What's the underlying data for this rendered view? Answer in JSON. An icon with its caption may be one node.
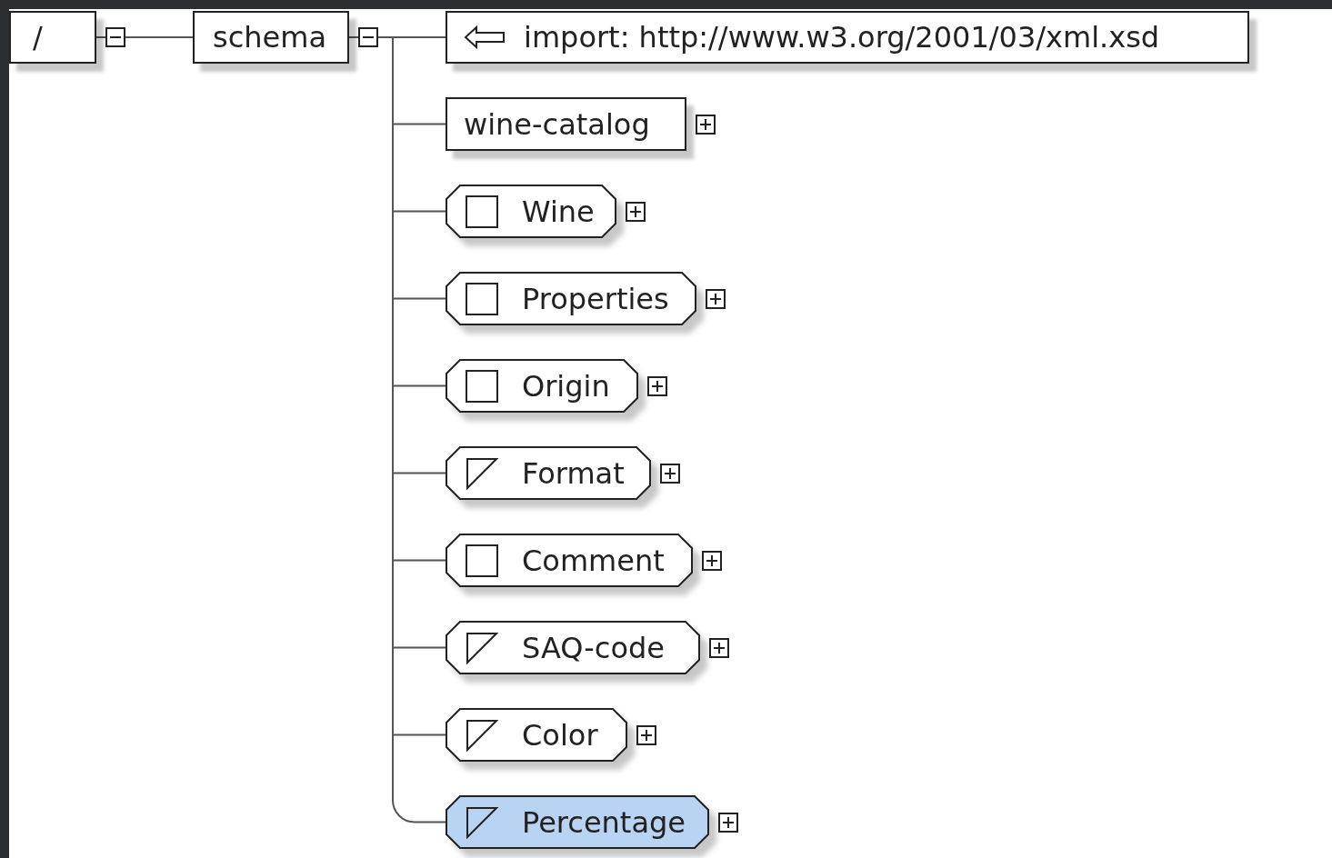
{
  "diagram": {
    "nodes": [
      {
        "text": [
          "/"
        ]
      },
      {
        "text": [
          "schema"
        ]
      },
      {
        "text": [
          "import: http://www.w3.org/2001/03/xml.xsd"
        ]
      },
      {
        "text": [
          "wine-catalog"
        ]
      },
      {
        "text": [
          "Wine"
        ]
      },
      {
        "text": [
          "Properties"
        ]
      },
      {
        "text": [
          "Origin"
        ]
      },
      {
        "text": [
          "Format"
        ]
      },
      {
        "text": [
          "Comment"
        ]
      },
      {
        "text": [
          "SAQ-code"
        ]
      },
      {
        "text": [
          "Color"
        ]
      },
      {
        "text": [
          "Percentage"
        ]
      }
    ],
    "edges": [
      {
        "from": 0,
        "to": 1,
        "arrow": "none"
      },
      {
        "from": 1,
        "to": 2,
        "arrow": "none"
      },
      {
        "from": 1,
        "to": 3,
        "arrow": "none"
      },
      {
        "from": 1,
        "to": 4,
        "arrow": "none"
      },
      {
        "from": 1,
        "to": 5,
        "arrow": "none"
      },
      {
        "from": 1,
        "to": 6,
        "arrow": "none"
      },
      {
        "from": 1,
        "to": 7,
        "arrow": "none"
      },
      {
        "from": 1,
        "to": 8,
        "arrow": "none"
      },
      {
        "from": 1,
        "to": 9,
        "arrow": "none"
      },
      {
        "from": 1,
        "to": 10,
        "arrow": "none"
      },
      {
        "from": 1,
        "to": 11,
        "arrow": "none"
      }
    ]
  }
}
